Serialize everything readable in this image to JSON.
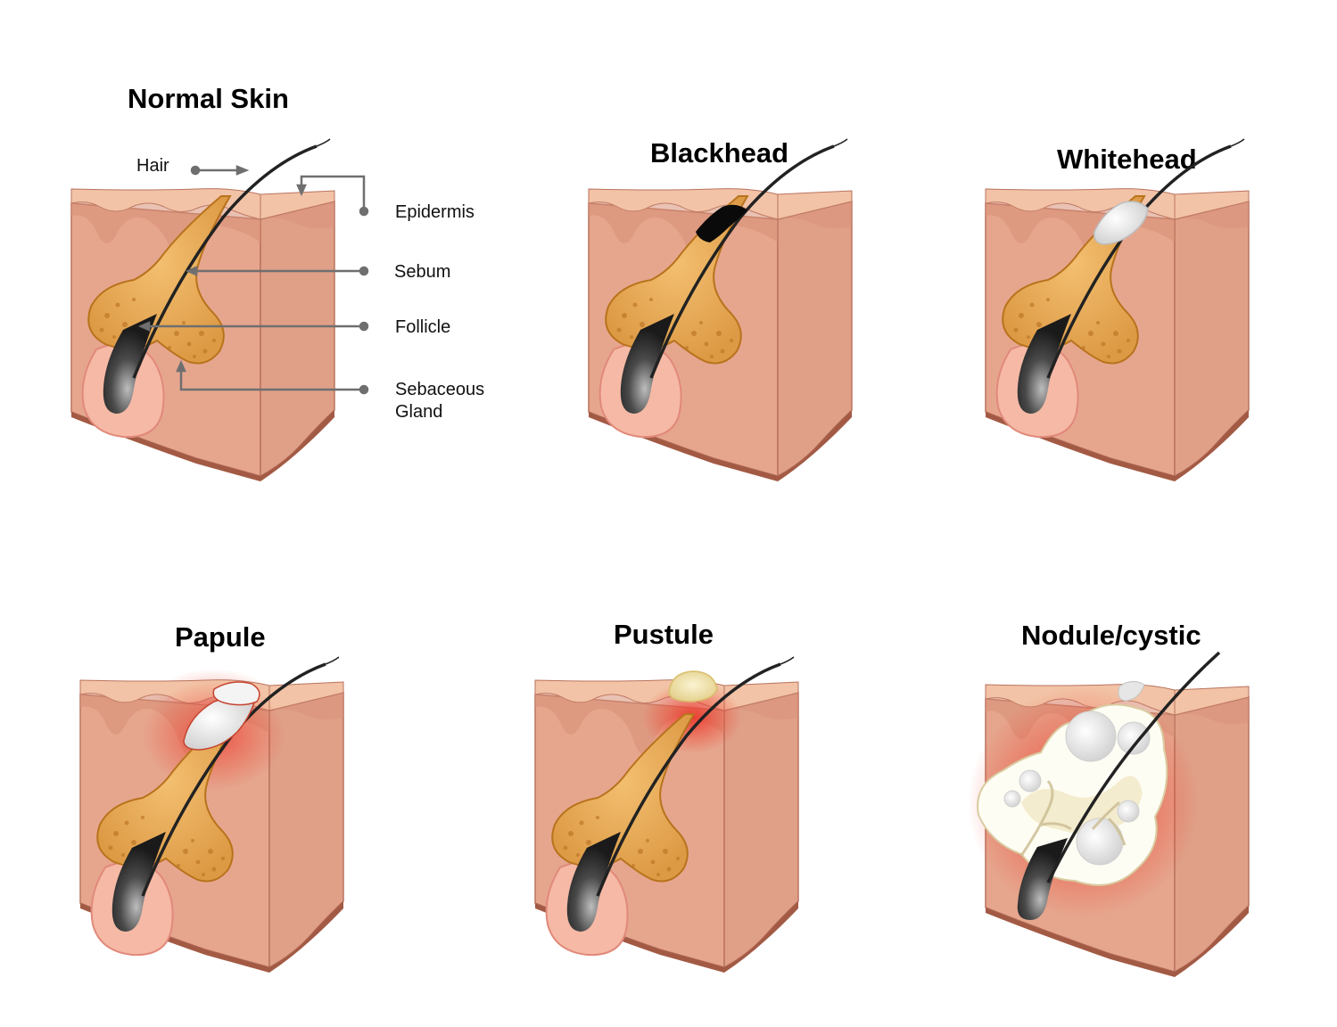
{
  "panels": [
    {
      "id": "normal",
      "title": "Normal Skin"
    },
    {
      "id": "blackhead",
      "title": "Blackhead"
    },
    {
      "id": "whitehead",
      "title": "Whitehead"
    },
    {
      "id": "papule",
      "title": "Papule"
    },
    {
      "id": "pustule",
      "title": "Pustule"
    },
    {
      "id": "nodule",
      "title": "Nodule/cystic"
    }
  ],
  "labels": {
    "hair": "Hair",
    "epidermis": "Epidermis",
    "sebum": "Sebum",
    "follicle": "Follicle",
    "sebaceous_line1": "Sebaceous",
    "sebaceous_line2": "Gland"
  },
  "colors": {
    "skin_front": "#e6a68e",
    "skin_side": "#e0a088",
    "epidermis_band": "#f2c3a6",
    "skin_outline": "#b9735f",
    "bottom_edge": "#a35a44",
    "gland_fill": "#e9a85a",
    "gland_outline": "#b8731c",
    "bulb_fill": "#f5b9a6",
    "hair": "#222222",
    "blackhead_plug": "#0a0a0a",
    "whitehead_plug": "#e8e8e8",
    "pustule_cap": "#f1e2b0",
    "inflammation": "#e8302a",
    "pointer": "#6f6f6f"
  }
}
